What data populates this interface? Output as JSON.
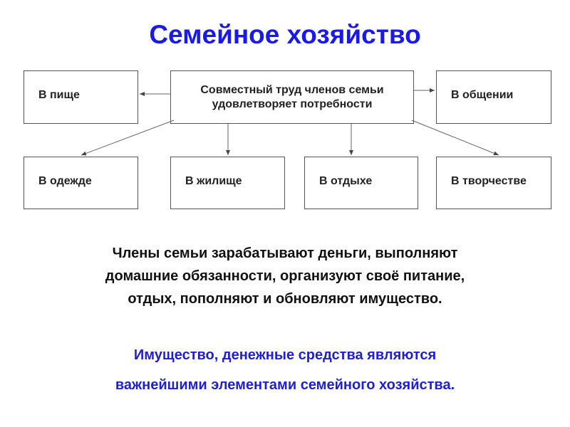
{
  "title": "Семейное хозяйство",
  "diagram": {
    "center": {
      "line1": "Совместный труд членов семьи",
      "line2": "удовлетворяет потребности"
    },
    "needs": {
      "food": "В пище",
      "communication": "В общении",
      "clothing": "В одежде",
      "housing": "В жилище",
      "rest": "В отдыхе",
      "creativity": "В творчестве"
    }
  },
  "paragraph": {
    "line1": "Члены семьи зарабатывают деньги, выполняют",
    "line2": "домашние обязанности, организуют своё питание,",
    "line3": "отдых, пополняют и обновляют имущество."
  },
  "conclusion": {
    "line1": "Имущество, денежные средства являются",
    "line2": "важнейшими элементами семейного хозяйства."
  },
  "colors": {
    "title": "#1a1ae6",
    "conclusion": "#2020cc",
    "box_border": "#555555"
  }
}
